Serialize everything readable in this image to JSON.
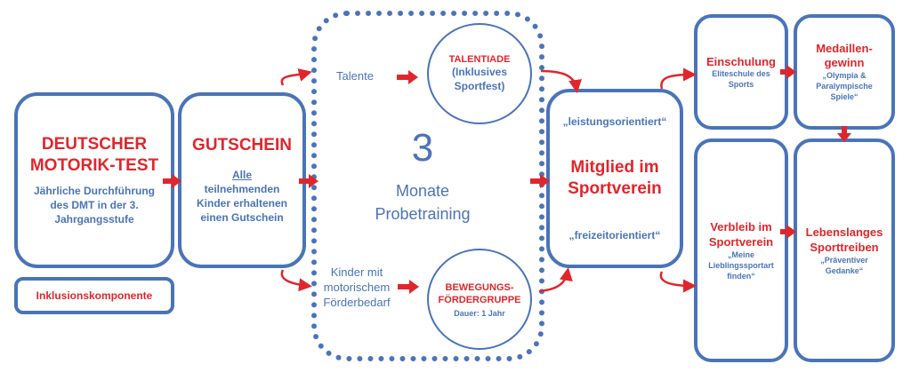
{
  "colors": {
    "accent_red": "#e0262b",
    "accent_blue": "#4a74b8"
  },
  "dmt": {
    "title_line1": "DEUTSCHER",
    "title_line2": "MOTORIK-TEST",
    "desc_line1": "Jährliche Durchführung",
    "desc_line2": "des DMT in der 3.",
    "desc_line3": "Jahrgangsstufe"
  },
  "inklusion": {
    "label": "Inklusionskomponente"
  },
  "gutschein": {
    "title": "GUTSCHEIN",
    "desc_underlined": "Alle",
    "desc_line2": "teilnehmenden",
    "desc_line3": "Kinder erhaltenen",
    "desc_line4": "einen Gutschein"
  },
  "probetraining": {
    "number": "3",
    "line1": "Monate",
    "line2": "Probetraining",
    "talente_label": "Talente",
    "kinder_line1": "Kinder mit",
    "kinder_line2": "motorischem",
    "kinder_line3": "Förderbedarf"
  },
  "talentiade": {
    "title": "TALENTIADE",
    "line2": "(Inklusives",
    "line3": "Sportfest)"
  },
  "bewegung": {
    "title_line1": "BEWEGUNGS-",
    "title_line2": "FÖRDERGRUPPE",
    "duration": "Dauer: 1 Jahr"
  },
  "mitglied": {
    "top": "„leistungsorientiert“",
    "title_line1": "Mitglied im",
    "title_line2": "Sportverein",
    "bottom": "„freizeitorientiert“"
  },
  "einschulung": {
    "title": "Einschulung",
    "line1": "Eliteschule des",
    "line2": "Sports"
  },
  "medaillen": {
    "title_line1": "Medaillen-",
    "title_line2": "gewinn",
    "line1": "„Olympia &",
    "line2": "Paralympische",
    "line3": "Spiele“"
  },
  "verbleib": {
    "title_line1": "Verbleib im",
    "title_line2": "Sportverein",
    "line1": "„Meine",
    "line2": "Lieblingssportart",
    "line3": "finden“"
  },
  "lebenslang": {
    "title_line1": "Lebenslanges",
    "title_line2": "Sporttreiben",
    "line1": "„Präventiver",
    "line2": "Gedanke“"
  }
}
